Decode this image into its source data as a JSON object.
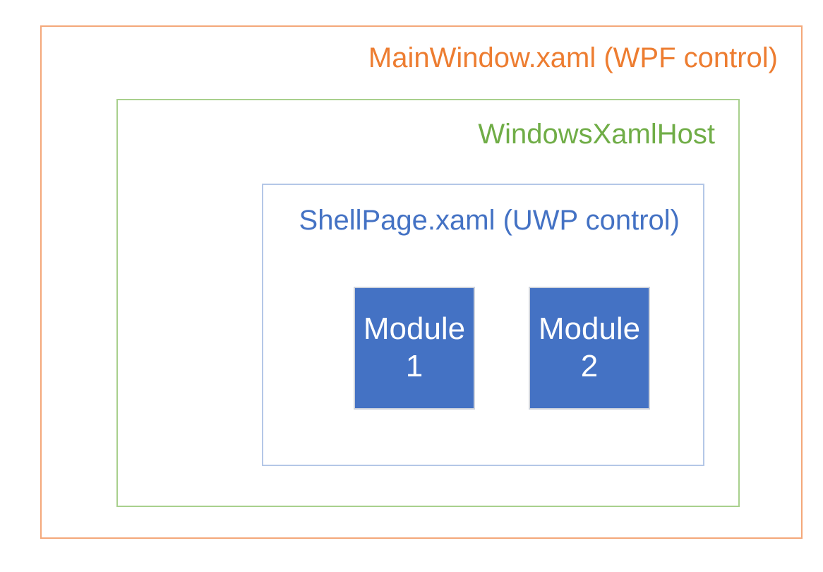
{
  "diagram": {
    "main_window": {
      "label": "MainWindow.xaml (WPF control)",
      "text_color": "#ED7D31",
      "border_color": "#F4A87A"
    },
    "xaml_host": {
      "label": "WindowsXamlHost",
      "text_color": "#70AD47",
      "border_color": "#A8D08D"
    },
    "shell_page": {
      "label": "ShellPage.xaml (UWP control)",
      "text_color": "#4472C4",
      "border_color": "#B4C7E7"
    },
    "modules": [
      {
        "line1": "Module",
        "line2": "1"
      },
      {
        "line1": "Module",
        "line2": "2"
      }
    ],
    "module_style": {
      "fill": "#4472C4",
      "border_color": "#CFD4DD",
      "text_color": "#FFFFFF"
    },
    "background": "#FFFFFF"
  }
}
